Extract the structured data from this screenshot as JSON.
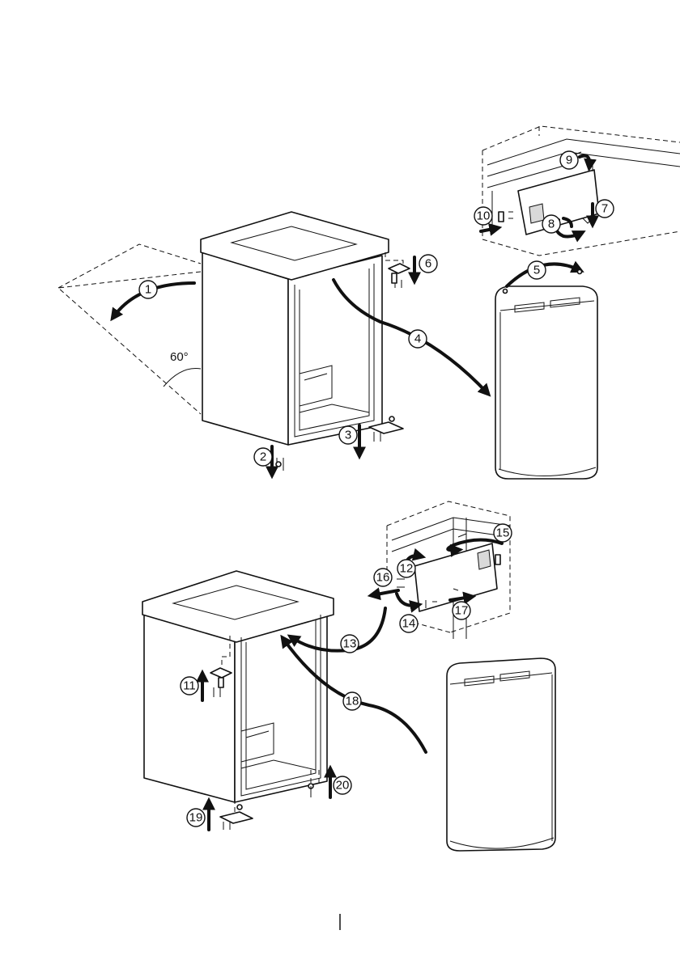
{
  "angle_label": "60°",
  "steps": [
    "1",
    "2",
    "3",
    "4",
    "5",
    "6",
    "7",
    "8",
    "9",
    "10",
    "11",
    "12",
    "13",
    "14",
    "15",
    "16",
    "17",
    "18",
    "19",
    "20"
  ]
}
